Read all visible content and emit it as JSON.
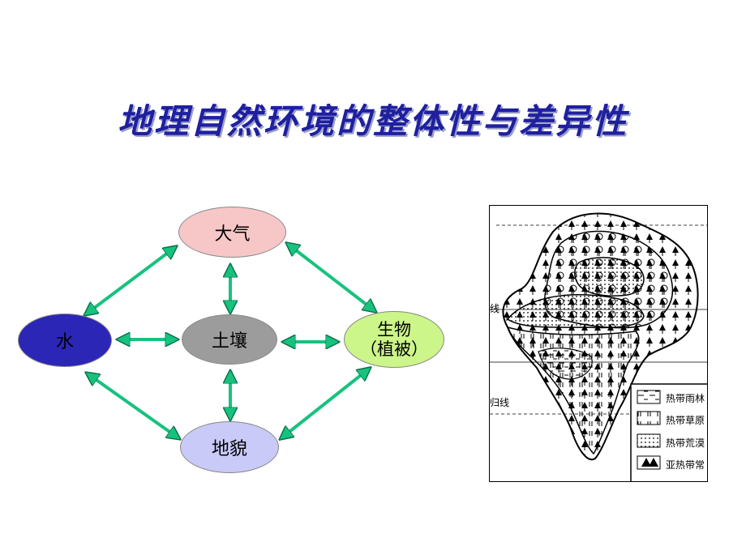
{
  "title": "地理自然环境的整体性与差异性",
  "diagram": {
    "nodes": {
      "daqi": "大气",
      "shui": "水",
      "turang": "土壤",
      "shengwu_line1": "生物",
      "shengwu_line2": "（植被）",
      "dimao": "地貌"
    },
    "colors": {
      "daqi": "#f7c7c7",
      "shui": "#2b26b5",
      "turang": "#9c9c9c",
      "shengwu": "#ccf58a",
      "dimao": "#c9caf7",
      "arrow": "#17c27f"
    }
  },
  "map": {
    "side_label_1": "线",
    "side_label_2": "归线",
    "legend": [
      "热带雨林",
      "热带草原",
      "热带荒漠",
      "亚热带常"
    ]
  }
}
